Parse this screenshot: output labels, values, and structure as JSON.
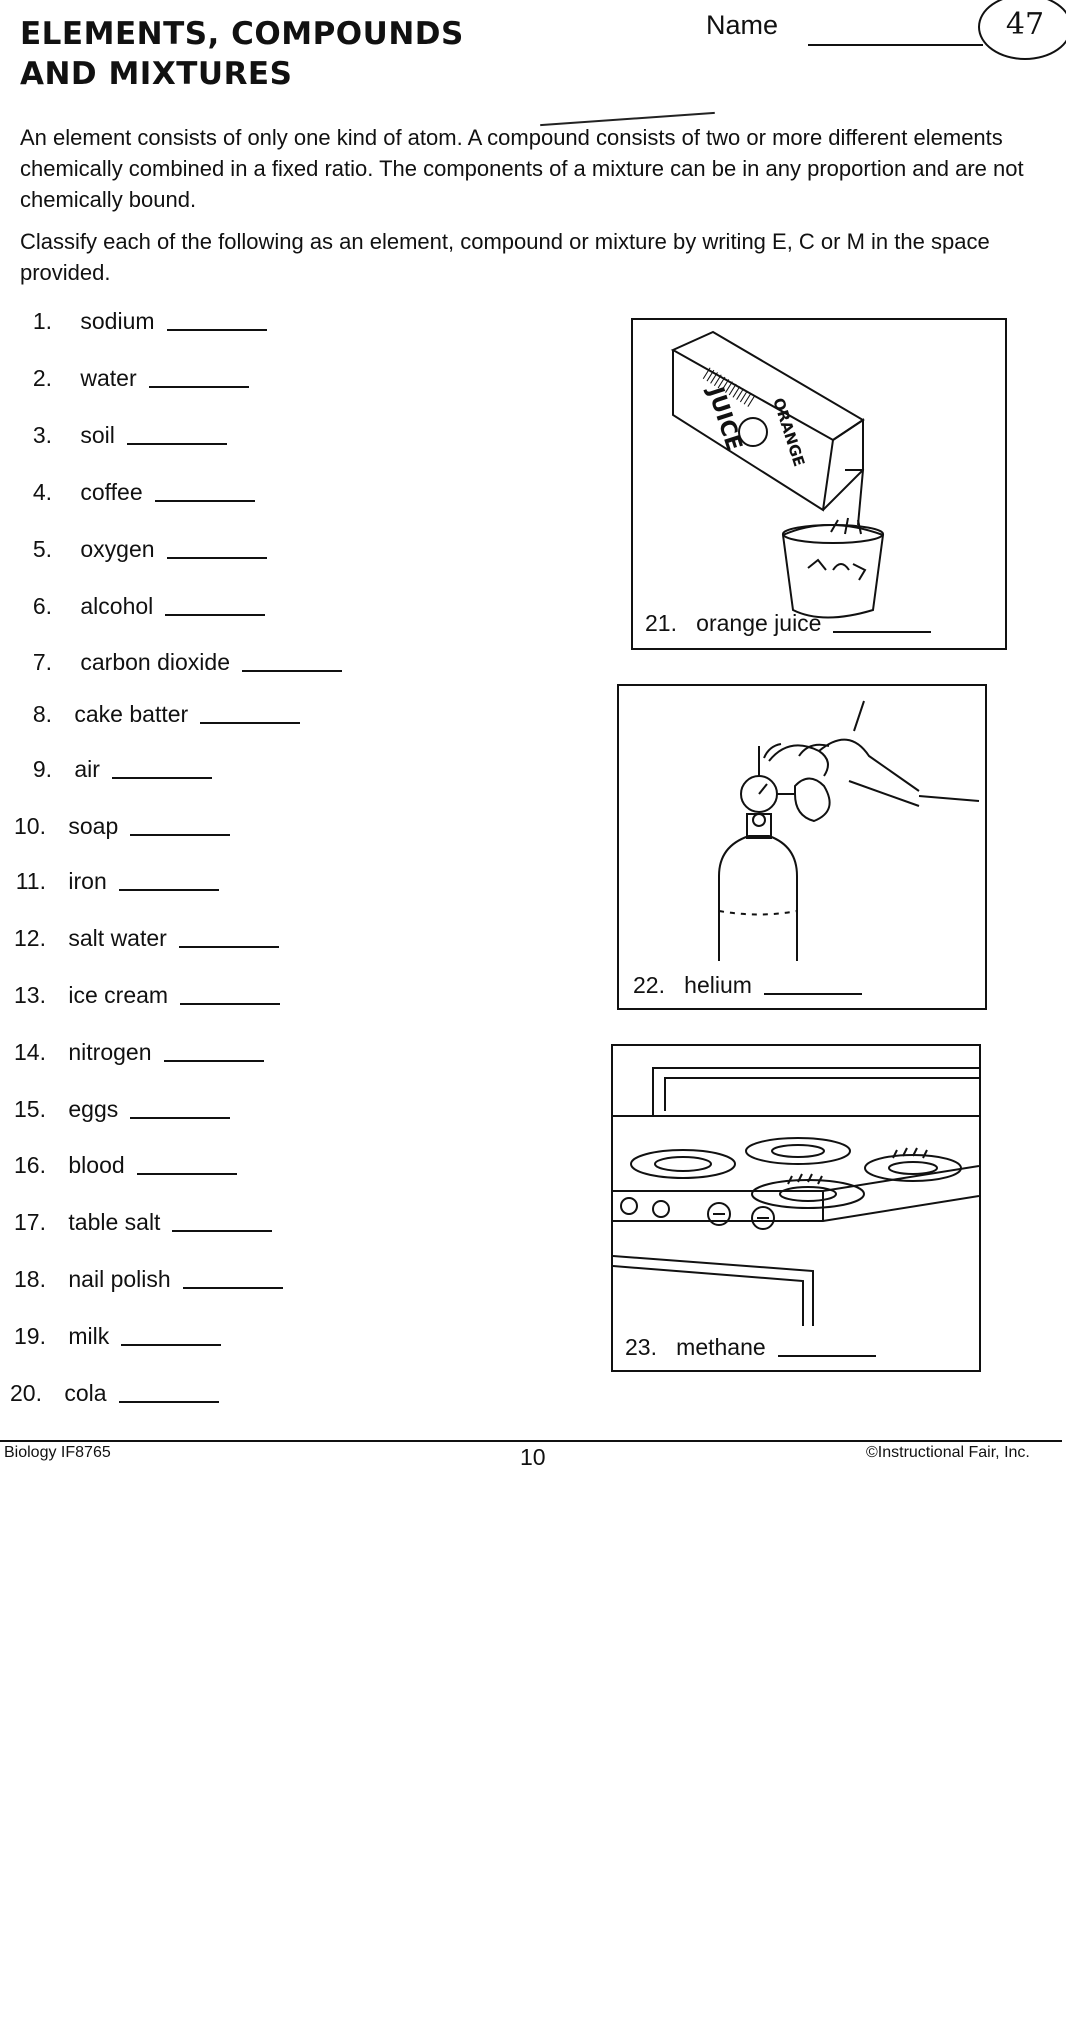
{
  "header": {
    "title_line1": "ELEMENTS, COMPOUNDS",
    "title_line2": "AND MIXTURES",
    "name_label": "Name",
    "circled_number": "47"
  },
  "intro": {
    "paragraph1": "An element consists of only one kind of atom. A compound consists of two or more different elements chemically combined in a fixed ratio. The components of a mixture can be in any proportion and are not chemically bound.",
    "paragraph2": "Classify each of the following as an element, compound or mixture by writing E, C or M in the space provided."
  },
  "items": [
    {
      "num": "1.",
      "label": "sodium"
    },
    {
      "num": "2.",
      "label": "water"
    },
    {
      "num": "3.",
      "label": "soil"
    },
    {
      "num": "4.",
      "label": "coffee"
    },
    {
      "num": "5.",
      "label": "oxygen"
    },
    {
      "num": "6.",
      "label": "alcohol"
    },
    {
      "num": "7.",
      "label": "carbon dioxide"
    },
    {
      "num": "8.",
      "label": "cake batter"
    },
    {
      "num": "9.",
      "label": "air"
    },
    {
      "num": "10.",
      "label": "soap"
    },
    {
      "num": "11.",
      "label": "iron"
    },
    {
      "num": "12.",
      "label": "salt water"
    },
    {
      "num": "13.",
      "label": "ice cream"
    },
    {
      "num": "14.",
      "label": "nitrogen"
    },
    {
      "num": "15.",
      "label": "eggs"
    },
    {
      "num": "16.",
      "label": "blood"
    },
    {
      "num": "17.",
      "label": "table salt"
    },
    {
      "num": "18.",
      "label": "nail polish"
    },
    {
      "num": "19.",
      "label": "milk"
    },
    {
      "num": "20.",
      "label": "cola"
    }
  ],
  "pictures": [
    {
      "num": "21.",
      "label": "orange juice",
      "carton_text": "JUICE",
      "carton_text2": "ORANGE"
    },
    {
      "num": "22.",
      "label": "helium"
    },
    {
      "num": "23.",
      "label": "methane"
    }
  ],
  "footer": {
    "left": "Biology IF8765",
    "center": "10",
    "right": "©Instructional Fair, Inc."
  }
}
